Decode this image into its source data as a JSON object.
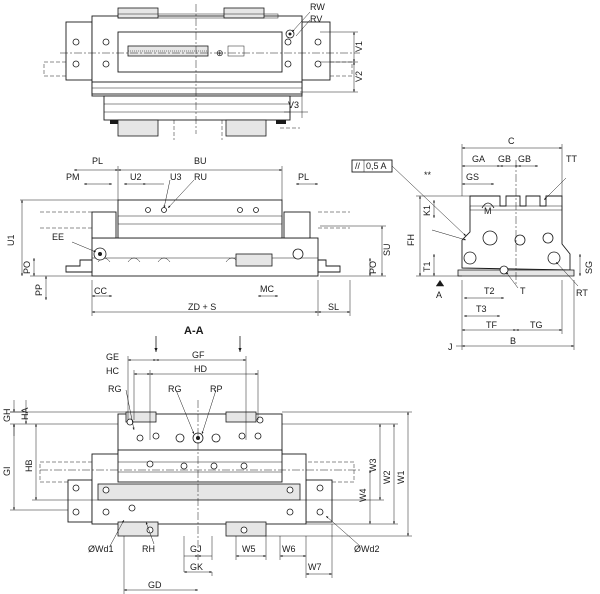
{
  "labels": {
    "top_view": {
      "RW": "RW",
      "RV": "RV",
      "V1": "V1",
      "V2": "V2",
      "V3": "V3"
    },
    "front_view": {
      "PL": "PL",
      "BU": "BU",
      "PM": "PM",
      "U2": "U2",
      "U3": "U3",
      "RU": "RU",
      "PL_right": "PL",
      "U1": "U1",
      "EE": "EE",
      "PO": "PO",
      "PP": "PP",
      "CC": "CC",
      "MC": "MC",
      "ZD_S": "ZD + S",
      "SL": "SL",
      "SU": "SU",
      "PO_right": "PO"
    },
    "side_view": {
      "C": "C",
      "flatness": "0,5 A",
      "GA": "GA",
      "GB1": "GB",
      "GB2": "GB",
      "TT": "TT",
      "GS": "GS",
      "K1": "K1",
      "FH": "FH",
      "M": "M",
      "T1": "T1",
      "T2": "T2",
      "T_mark": "T",
      "T3": "T3",
      "TF": "TF",
      "TG": "TG",
      "SG": "SG",
      "RT": "RT",
      "A": "A",
      "J": "J",
      "B": "B"
    },
    "section_view": {
      "title": "A-A",
      "GE": "GE",
      "GF": "GF",
      "HC": "HC",
      "HD": "HD",
      "RG1": "RG",
      "RG2": "RG",
      "RP": "RP",
      "GH": "GH",
      "HA": "HA",
      "GI": "GI",
      "HB": "HB",
      "W3": "W3",
      "W1": "W1",
      "W2": "W2",
      "W4": "W4",
      "Wd1": "ØWd1",
      "RH": "RH",
      "GJ": "GJ",
      "W5": "W5",
      "W6": "W6",
      "Wd2": "ØWd2",
      "GK": "GK",
      "W7": "W7",
      "GD": "GD"
    }
  }
}
